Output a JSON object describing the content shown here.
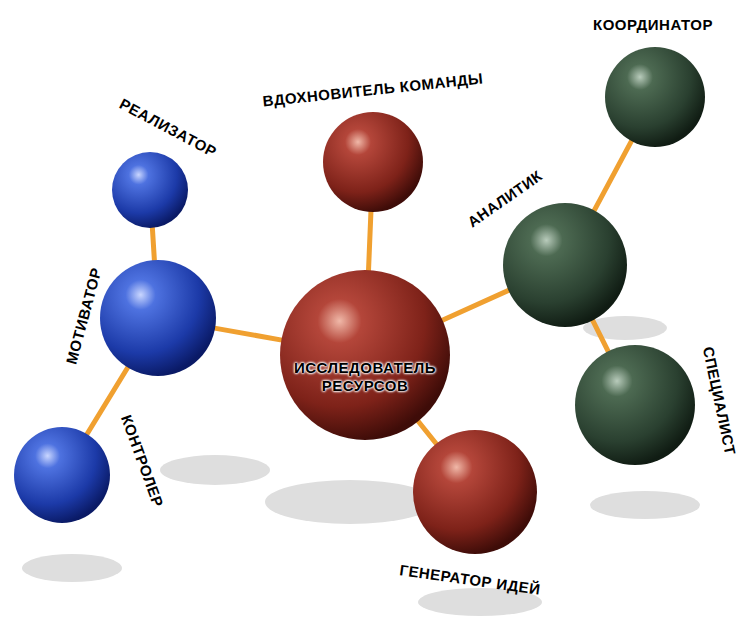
{
  "diagram": {
    "nodes": [
      {
        "text": [
          "РЕАЛИЗАТОР"
        ]
      },
      {
        "text": [
          "МОТИВАТОР"
        ]
      },
      {
        "text": [
          "КОНТРОЛЕР"
        ]
      },
      {
        "text": [
          "ВДОХНОВИТЕЛЬ КОМАНДЫ"
        ]
      },
      {
        "text": [
          "ИССЛЕДОВАТЕЛЬ РЕСУРСОВ"
        ]
      },
      {
        "text": [
          "ГЕНЕРАТОР ИДЕЙ"
        ]
      },
      {
        "text": [
          "КООРДИНАТОР"
        ]
      },
      {
        "text": [
          "АНАЛИТИК"
        ]
      },
      {
        "text": [
          "СПЕЦИАЛИСТ"
        ]
      }
    ],
    "edges": [
      {
        "from": 0,
        "to": 1,
        "arrow": "none"
      },
      {
        "from": 1,
        "to": 2,
        "arrow": "none"
      },
      {
        "from": 1,
        "to": 4,
        "arrow": "none"
      },
      {
        "from": 3,
        "to": 4,
        "arrow": "none"
      },
      {
        "from": 4,
        "to": 5,
        "arrow": "none"
      },
      {
        "from": 4,
        "to": 7,
        "arrow": "none"
      },
      {
        "from": 7,
        "to": 6,
        "arrow": "none"
      },
      {
        "from": 7,
        "to": 8,
        "arrow": "none"
      }
    ]
  }
}
